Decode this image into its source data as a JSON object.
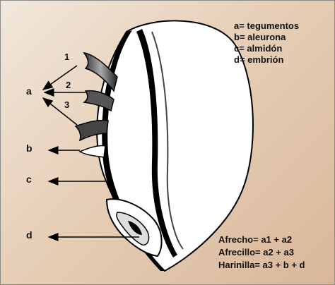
{
  "legend": [
    "a= tegumentos",
    "b= aleurona",
    "c= almidón",
    "d= embrión"
  ],
  "part_labels": {
    "a": "a",
    "b": "b",
    "c": "c",
    "d": "d"
  },
  "layer_numbers": [
    "1",
    "2",
    "3"
  ],
  "formulas": [
    "Afrecho= a1 + a2",
    "Afrecillo= a2 + a3",
    "Harinilla= a3 + b + d"
  ],
  "colors": {
    "background": "#e6cfb7",
    "starch": "#ffffff",
    "outline": "#000000",
    "arrow": "#000000"
  }
}
